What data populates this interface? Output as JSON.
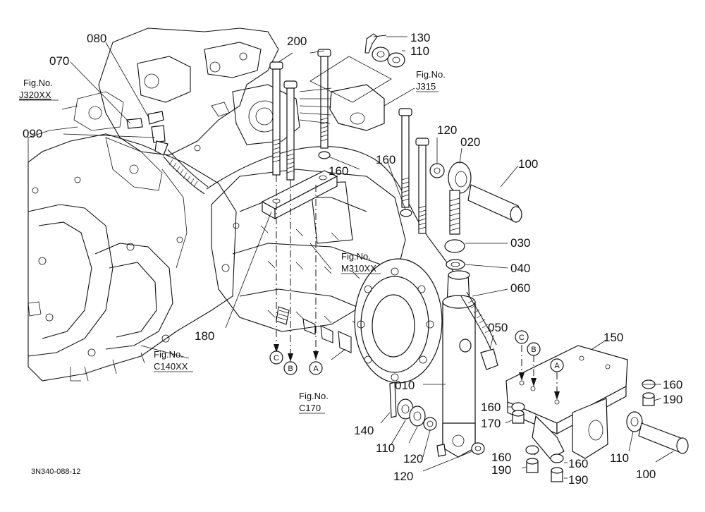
{
  "callouts": [
    {
      "id": "c200",
      "text": "200"
    },
    {
      "id": "c130",
      "text": "130"
    },
    {
      "id": "c110a",
      "text": "110"
    },
    {
      "id": "c080",
      "text": "080"
    },
    {
      "id": "c070",
      "text": "070"
    },
    {
      "id": "c090",
      "text": "090"
    },
    {
      "id": "c120a",
      "text": "120"
    },
    {
      "id": "c020",
      "text": "020"
    },
    {
      "id": "c100a",
      "text": "100"
    },
    {
      "id": "c160a",
      "text": "160"
    },
    {
      "id": "c160b",
      "text": "160"
    },
    {
      "id": "c030",
      "text": "030"
    },
    {
      "id": "c040",
      "text": "040"
    },
    {
      "id": "c060",
      "text": "060"
    },
    {
      "id": "c180",
      "text": "180"
    },
    {
      "id": "c050",
      "text": "050"
    },
    {
      "id": "c150",
      "text": "150"
    },
    {
      "id": "c010",
      "text": "010"
    },
    {
      "id": "c160c",
      "text": "160"
    },
    {
      "id": "c190a",
      "text": "190"
    },
    {
      "id": "c160d",
      "text": "160"
    },
    {
      "id": "c170",
      "text": "170"
    },
    {
      "id": "c140",
      "text": "140"
    },
    {
      "id": "c110b",
      "text": "110"
    },
    {
      "id": "c120b",
      "text": "120"
    },
    {
      "id": "c120c",
      "text": "120"
    },
    {
      "id": "c110c",
      "text": "110"
    },
    {
      "id": "c160e",
      "text": "160"
    },
    {
      "id": "c160f",
      "text": "160"
    },
    {
      "id": "c190b",
      "text": "190"
    },
    {
      "id": "c190c",
      "text": "190"
    },
    {
      "id": "c100b",
      "text": "100"
    }
  ],
  "figure_refs": [
    {
      "id": "j320",
      "label": "Fig.No.",
      "ref": "J320XX"
    },
    {
      "id": "j315",
      "label": "Fig.No.",
      "ref": "J315"
    },
    {
      "id": "m310",
      "label": "Fig.No.",
      "ref": "M310XX"
    },
    {
      "id": "c140",
      "label": "Fig.No.",
      "ref": "C140XX"
    },
    {
      "id": "c170",
      "label": "Fig.No.",
      "ref": "C170"
    }
  ],
  "circle_markers": {
    "left": [
      "C",
      "B",
      "A"
    ],
    "right": [
      "C",
      "B",
      "A"
    ]
  },
  "drawing_code": "3N340-088-12"
}
